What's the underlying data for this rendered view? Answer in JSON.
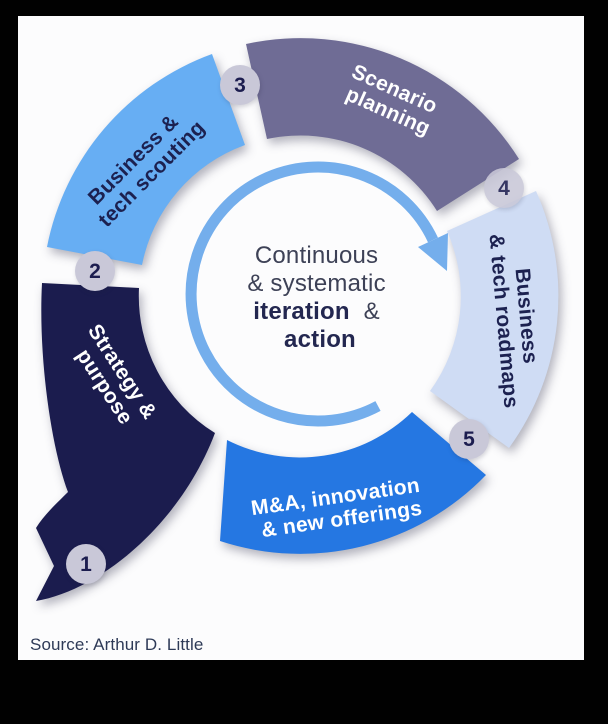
{
  "frame": {
    "background": "#010101",
    "slide_background": "#fcfcfd"
  },
  "diagram": {
    "center_text": {
      "line1": "Continuous",
      "line2": "& systematic",
      "line3_bold": "iteration",
      "line3_rest": "&",
      "line4_bold": "action",
      "color": "#3d4156",
      "bold_color": "#232750"
    },
    "rotation_arrow_color": "#74aeec",
    "badge_fill": "#c9c8d8",
    "badge_number_color": "#1c1d4f",
    "segments": [
      {
        "number": "1",
        "line1": "Strategy &",
        "line2": "purpose",
        "fill": "#1b1c4e",
        "text_color": "#ffffff"
      },
      {
        "number": "2",
        "line1": "Business &",
        "line2": "tech scouting",
        "fill": "#67aef3",
        "text_color": "#1c2150"
      },
      {
        "number": "3",
        "line1": "Scenario",
        "line2": "planning",
        "fill": "#6f6c95",
        "text_color": "#ffffff"
      },
      {
        "number": "4",
        "line1": "Business",
        "line2": "& tech roadmaps",
        "fill": "#cfdcf4",
        "text_color": "#1c2150"
      },
      {
        "number": "5",
        "line1": "M&A, innovation",
        "line2": "& new offerings",
        "fill": "#2577e2",
        "text_color": "#ffffff"
      }
    ]
  },
  "caption": {
    "source": "Source: Arthur D. Little",
    "color": "#2e3a57"
  }
}
